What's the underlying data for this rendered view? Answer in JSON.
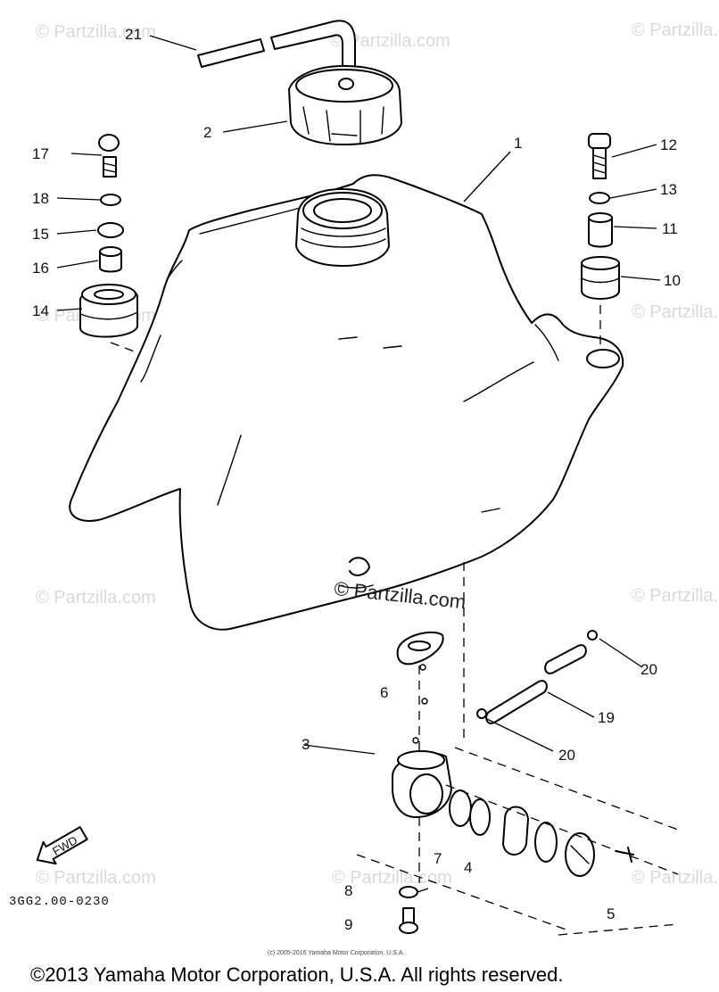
{
  "watermark": "© Partzilla.com",
  "center_watermark": "© Partzilla.com",
  "callouts": {
    "c1": "1",
    "c2": "2",
    "c3": "3",
    "c4": "4",
    "c5": "5",
    "c6": "6",
    "c7": "7",
    "c8": "8",
    "c9": "9",
    "c10": "10",
    "c11": "11",
    "c12": "12",
    "c13": "13",
    "c14": "14",
    "c15": "15",
    "c16": "16",
    "c17": "17",
    "c18": "18",
    "c19": "19",
    "c20a": "20",
    "c20b": "20",
    "c21": "21"
  },
  "fwd_label": "FWD",
  "diagram_code": "3GG2.00-0230",
  "small_copyright": "(c) 2005-2016 Yamaha Motor Corporation, U.S.A.",
  "footer_copyright": "©2013 Yamaha Motor Corporation, U.S.A. All rights reserved."
}
